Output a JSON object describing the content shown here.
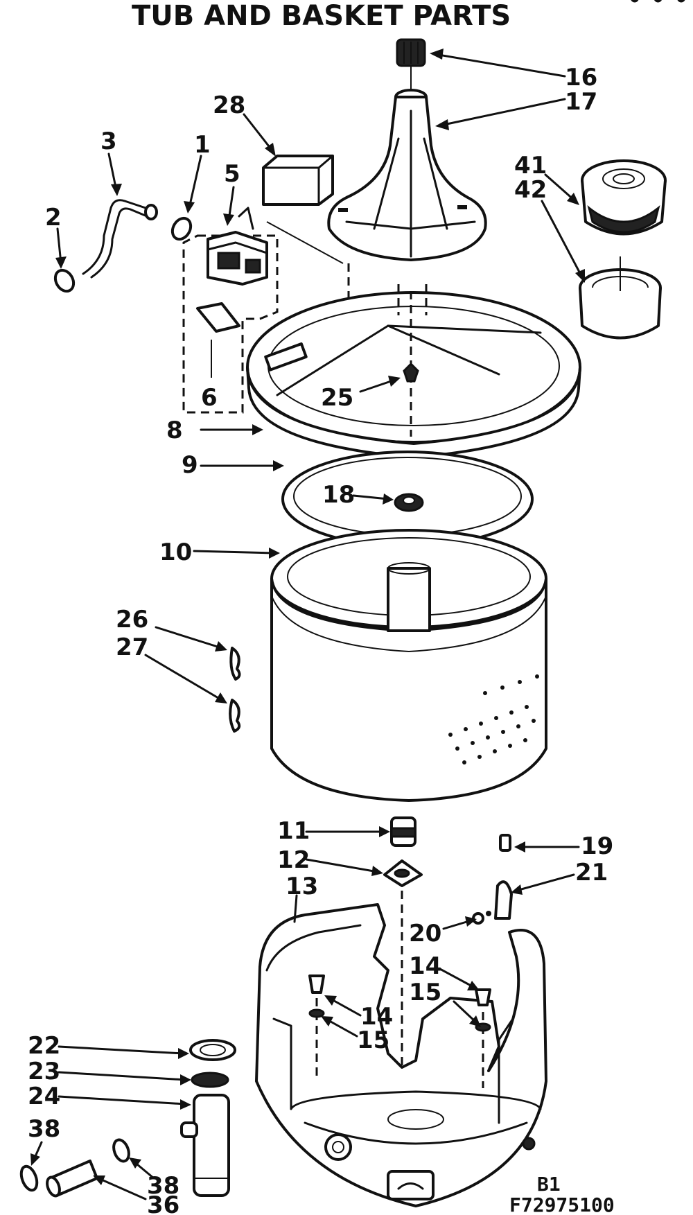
{
  "title": "TUB AND BASKET PARTS",
  "corner_mark": "• • •",
  "callouts": {
    "p2": "2",
    "p3": "3",
    "p1": "1",
    "p5": "5",
    "p6a": "6",
    "p28": "28",
    "p16": "16",
    "p17": "17",
    "p41": "41",
    "p42": "42",
    "p25": "25",
    "p8": "8",
    "p9": "9",
    "p18": "18",
    "p10": "10",
    "p26": "26",
    "p27": "27",
    "p11": "11",
    "p12": "12",
    "p13": "13",
    "p19": "19",
    "p21": "21",
    "p20": "20",
    "p14a": "14",
    "p15a": "15",
    "p14b": "14",
    "p15b": "15",
    "p22": "22",
    "p23": "23",
    "p24": "24",
    "p38a": "38",
    "p38b": "38",
    "p36": "36"
  },
  "footer": {
    "code1": "B1",
    "code2": "F72975100"
  }
}
